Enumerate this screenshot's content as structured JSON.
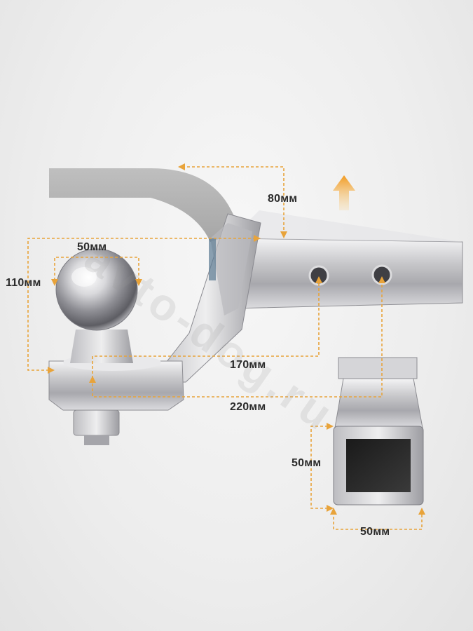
{
  "colors": {
    "dimension_line": "#e8a33a",
    "arrow": "#f2a52a",
    "label_text": "#2b2b2b",
    "steel": "#c9c9cc"
  },
  "watermark_text": "avto-dog.ru",
  "labels": {
    "rise": "80мм",
    "ball_diameter": "50мм",
    "ball_height": "110мм",
    "shank_length_short": "170мм",
    "shank_length_long": "220мм",
    "receiver_height": "50мм",
    "receiver_width": "50мм"
  }
}
